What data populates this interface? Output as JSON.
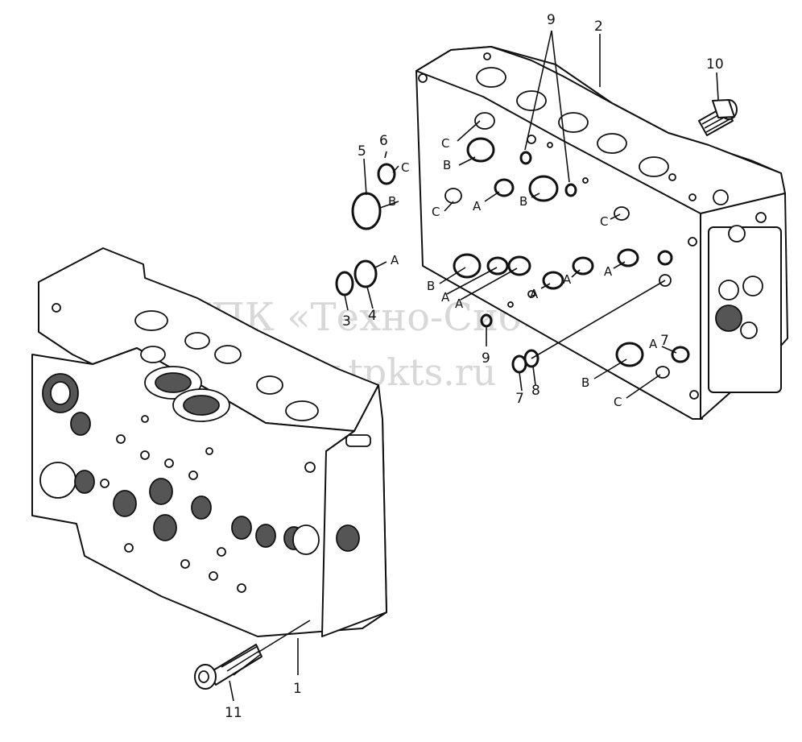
{
  "watermark": {
    "line1": "ТПК «Техно-Сиб»",
    "line2": "www.tpkts.ru"
  },
  "callouts": {
    "n1": "1",
    "n2": "2",
    "n3": "3",
    "n4": "4",
    "n5": "5",
    "n6": "6",
    "n7a": "7",
    "n7b": "7",
    "n8": "8",
    "n9a": "9",
    "n9b": "9",
    "n10": "10",
    "n11": "11"
  },
  "port_letters": {
    "a": "A",
    "b": "B",
    "c": "C"
  }
}
